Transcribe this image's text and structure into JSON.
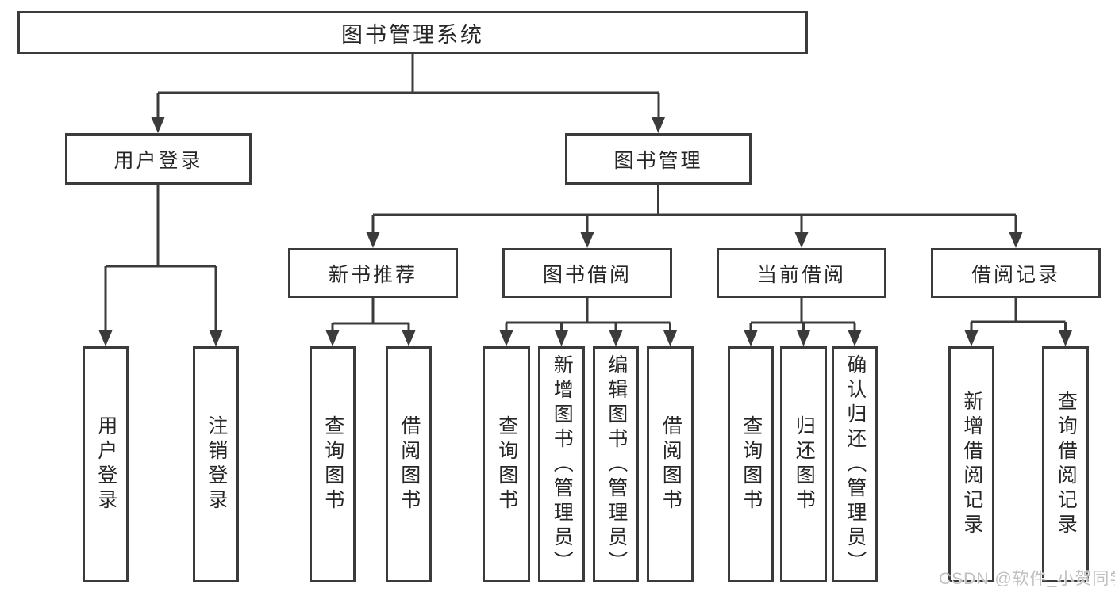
{
  "tree": {
    "root": "图书管理系统",
    "children": [
      {
        "label": "用户登录",
        "children": [
          "用户登录",
          "注销登录"
        ]
      },
      {
        "label": "图书管理",
        "children": [
          {
            "label": "新书推荐",
            "children": [
              "查询图书",
              "借阅图书"
            ]
          },
          {
            "label": "图书借阅",
            "children": [
              "查询图书",
              "新增图书（管理员）",
              "编辑图书（管理员）",
              "借阅图书"
            ]
          },
          {
            "label": "当前借阅",
            "children": [
              "查询图书",
              "归还图书",
              "确认归还（管理员）"
            ]
          },
          {
            "label": "借阅记录",
            "children": [
              "新增借阅记录",
              "查询借阅记录"
            ]
          }
        ]
      }
    ]
  },
  "watermark": {
    "text": "CSDN @软件_小贺同学"
  },
  "colors": {
    "line": "#3b3b3b",
    "text": "#262626",
    "background": "#ffffff",
    "watermark": "#c0c0c0"
  }
}
